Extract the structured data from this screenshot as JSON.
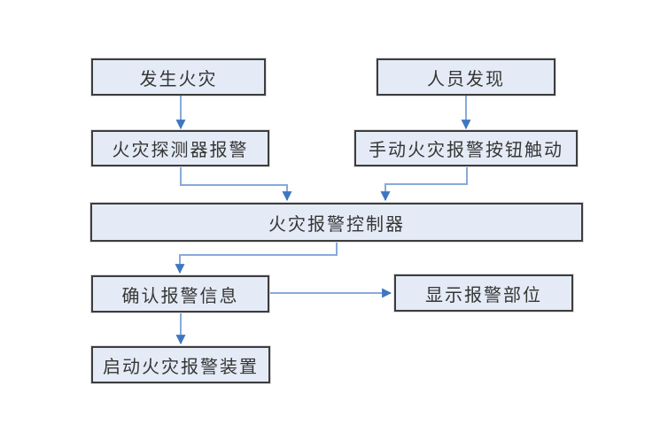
{
  "diagram": {
    "type": "flowchart",
    "topic": "fire-alarm-process",
    "nodes": [
      {
        "id": "fire-occurs",
        "label": "发生火灾"
      },
      {
        "id": "personnel-discover",
        "label": "人员发现"
      },
      {
        "id": "detector-alarm",
        "label": "火灾探测器报警"
      },
      {
        "id": "manual-button",
        "label": "手动火灾报警按钮触动"
      },
      {
        "id": "alarm-controller",
        "label": "火灾报警控制器"
      },
      {
        "id": "confirm-info",
        "label": "确认报警信息"
      },
      {
        "id": "display-location",
        "label": "显示报警部位"
      },
      {
        "id": "start-device",
        "label": "启动火灾报警装置"
      }
    ],
    "edges": [
      {
        "from": "fire-occurs",
        "to": "detector-alarm"
      },
      {
        "from": "personnel-discover",
        "to": "manual-button"
      },
      {
        "from": "detector-alarm",
        "to": "alarm-controller"
      },
      {
        "from": "manual-button",
        "to": "alarm-controller"
      },
      {
        "from": "alarm-controller",
        "to": "confirm-info"
      },
      {
        "from": "confirm-info",
        "to": "display-location"
      },
      {
        "from": "confirm-info",
        "to": "start-device"
      }
    ]
  },
  "colors": {
    "background": "#ffffff",
    "node_fill": "#e4ebf6",
    "node_border": "#3d3d3d",
    "connector_line": "#87aad9",
    "arrowhead": "#3f76c0",
    "text": "#363636"
  }
}
